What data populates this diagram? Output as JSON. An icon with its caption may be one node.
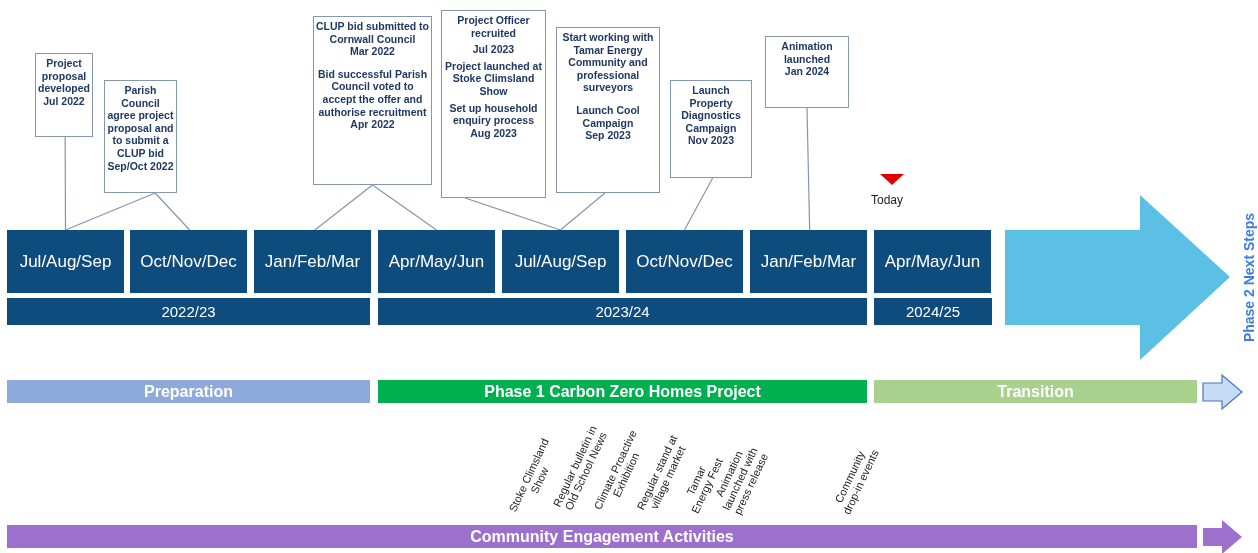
{
  "diagram": {
    "nodes": [
      {
        "text": [
          "Project proposal developed",
          "Jul 2022"
        ]
      },
      {
        "text": [
          "Parish Council agree project proposal and to submit a CLUP bid",
          "Sep/Oct 2022"
        ]
      },
      {
        "text": [
          "CLUP bid submitted to Cornwall Council",
          "Mar 2022",
          "Bid successful Parish Council voted to accept the offer and authorise recruitment",
          "Apr 2022"
        ]
      },
      {
        "text": [
          "Project Officer recruited",
          "Jul 2023",
          "Project launched at Stoke Climsland Show",
          "Set up household enquiry process",
          "Aug 2023"
        ]
      },
      {
        "text": [
          "Start working with Tamar Energy Community and professional surveyors",
          "Launch Cool Campaign",
          "Sep 2023"
        ]
      },
      {
        "text": [
          "Launch Property Diagnostics Campaign",
          "Nov 2023"
        ]
      },
      {
        "text": [
          "Animation launched",
          "Jan 2024"
        ]
      },
      {
        "text": [
          "Jul/Aug/Sep"
        ]
      },
      {
        "text": [
          "Oct/Nov/Dec"
        ]
      },
      {
        "text": [
          "Jan/Feb/Mar"
        ]
      },
      {
        "text": [
          "Apr/May/Jun"
        ]
      },
      {
        "text": [
          "Jul/Aug/Sep"
        ]
      },
      {
        "text": [
          "Oct/Nov/Dec"
        ]
      },
      {
        "text": [
          "Jan/Feb/Mar"
        ]
      },
      {
        "text": [
          "Apr/May/Jun"
        ]
      },
      {
        "text": [
          "2022/23"
        ]
      },
      {
        "text": [
          "2023/24"
        ]
      },
      {
        "text": [
          "2024/25"
        ]
      },
      {
        "text": [
          "Preparation"
        ]
      },
      {
        "text": [
          "Phase 1 Carbon Zero Homes Project"
        ]
      },
      {
        "text": [
          "Transition"
        ]
      },
      {
        "text": [
          "Community Engagement Activities"
        ]
      }
    ],
    "edges": [
      {
        "from": 0,
        "to": 7,
        "arrow": "none"
      },
      {
        "from": 1,
        "to": 7,
        "arrow": "none"
      },
      {
        "from": 1,
        "to": 8,
        "arrow": "none"
      },
      {
        "from": 2,
        "to": 9,
        "arrow": "none"
      },
      {
        "from": 2,
        "to": 10,
        "arrow": "none"
      },
      {
        "from": 3,
        "to": 11,
        "arrow": "none"
      },
      {
        "from": 4,
        "to": 11,
        "arrow": "none"
      },
      {
        "from": 5,
        "to": 12,
        "arrow": "none"
      },
      {
        "from": 6,
        "to": 13,
        "arrow": "none"
      }
    ],
    "labels": [
      "Today",
      "Phase 2 Next Steps",
      "Stoke Climsland Show",
      "Regular bulletin in Old School News",
      "Climate Proactive Exhibition",
      "Regular stand at village market",
      "Tamar Energy Fest",
      "Animation launched with press release",
      "Community drop-in events"
    ]
  }
}
